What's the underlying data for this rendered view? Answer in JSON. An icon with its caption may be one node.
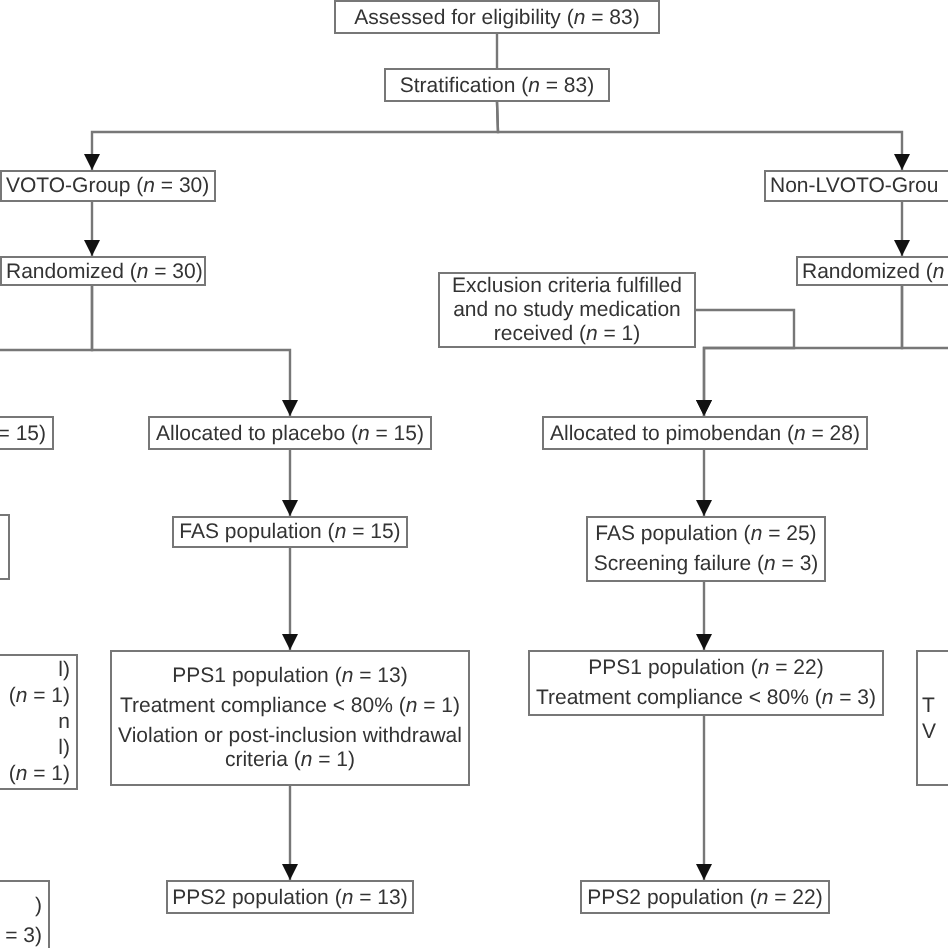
{
  "diagram": {
    "nodes": [
      {
        "text": [
          "Assessed for eligibility (*n* = 83)"
        ]
      },
      {
        "text": [
          "Stratification (*n* = 83)"
        ]
      },
      {
        "text": [
          "VOTO-Group (*n* = 30)"
        ]
      },
      {
        "text": [
          "Non-LVOTO-Grou"
        ]
      },
      {
        "text": [
          "Randomized (*n* = 30)"
        ]
      },
      {
        "text": [
          "Randomized (*n*"
        ]
      },
      {
        "text": [
          "Exclusion criteria fulfilled and no study medication received (*n* = 1)"
        ]
      },
      {
        "text": [
          "= 15)"
        ]
      },
      {
        "text": [
          "Allocated to placebo (*n* = 15)"
        ]
      },
      {
        "text": [
          "Allocated to pimobendan (*n* = 28)"
        ]
      },
      {
        "text": [],
        "shape": "box"
      },
      {
        "text": [
          "FAS population (*n* = 15)"
        ]
      },
      {
        "text": [
          "FAS population (*n* = 25)",
          "Screening failure (*n* = 3)"
        ]
      },
      {
        "text": [
          "l)",
          "(*n* = 1)",
          "n",
          "l)",
          "(*n* = 1)"
        ]
      },
      {
        "text": [
          "PPS1 population (*n* = 13)",
          "Treatment compliance < 80% (*n* = 1)",
          "Violation or post-inclusion withdrawal criteria (*n* = 1)"
        ]
      },
      {
        "text": [
          "PPS1 population (*n* = 22)",
          "Treatment compliance < 80% (*n* = 3)"
        ]
      },
      {
        "text": [
          "T",
          "V"
        ]
      },
      {
        "text": [
          ")",
          "= 3)"
        ]
      },
      {
        "text": [
          "PPS2 population (*n* = 13)"
        ]
      },
      {
        "text": [
          "PPS2 population (*n* = 22)"
        ]
      }
    ],
    "edges": [
      {
        "from": 0,
        "to": 1,
        "arrow": "none"
      },
      {
        "from": 1,
        "to": 2,
        "arrow": "to"
      },
      {
        "from": 1,
        "to": 3,
        "arrow": "to"
      },
      {
        "from": 2,
        "to": 4,
        "arrow": "to"
      },
      {
        "from": 3,
        "to": 5,
        "arrow": "to"
      },
      {
        "from": 4,
        "to": 8,
        "arrow": "to"
      },
      {
        "from": 4,
        "to": null,
        "arrow": "none"
      },
      {
        "from": 5,
        "to": 9,
        "arrow": "to"
      },
      {
        "from": 5,
        "to": null,
        "arrow": "none"
      },
      {
        "from": 6,
        "to": 9,
        "arrow": "to"
      },
      {
        "from": 8,
        "to": 11,
        "arrow": "to"
      },
      {
        "from": 9,
        "to": 12,
        "arrow": "to"
      },
      {
        "from": 11,
        "to": 14,
        "arrow": "to"
      },
      {
        "from": 12,
        "to": 15,
        "arrow": "to"
      },
      {
        "from": 14,
        "to": 18,
        "arrow": "to"
      },
      {
        "from": 15,
        "to": 19,
        "arrow": "to"
      }
    ]
  }
}
